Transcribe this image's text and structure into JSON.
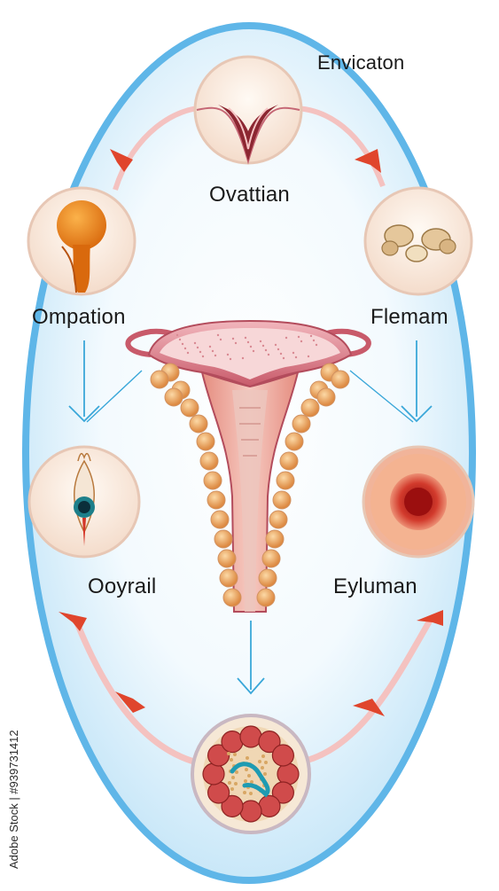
{
  "labels": {
    "title": "Envicaton",
    "top": "Ovattian",
    "left_upper": "Ompation",
    "right_upper": "Flemam",
    "left_lower": "Ooyrail",
    "right_lower": "Eyluman"
  },
  "watermark": "Adobe Stock | #939731412",
  "colors": {
    "oval_border": "#5fb6e8",
    "oval_fill_inner": "#ffffff",
    "oval_fill_outer": "#bfe3f7",
    "arrow_pink": "#f2b8b8",
    "arrow_head": "#e0452c",
    "uterus_pink": "#e9a7ae",
    "follicle_orange": "#f3c79b",
    "blue_arrow": "#3aa7d9"
  }
}
